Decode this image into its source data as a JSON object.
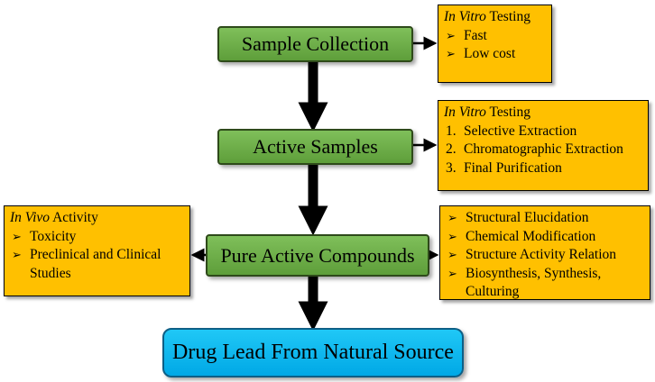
{
  "nodes": {
    "sample_collection": "Sample Collection",
    "active_samples": "Active Samples",
    "pure_active_compounds": "Pure Active Compounds",
    "drug_lead": "Drug Lead From Natural Source"
  },
  "notes": {
    "in_vitro_1": {
      "head_italic": "In Vitro",
      "head_rest": " Testing",
      "items": [
        "Fast",
        "Low cost"
      ]
    },
    "in_vitro_2": {
      "head_italic": "In Vitro",
      "head_rest": " Testing",
      "numbers": [
        "1.",
        "2.",
        "3."
      ],
      "items": [
        "Selective Extraction",
        "Chromatographic Extraction",
        "Final Purification"
      ]
    },
    "in_vivo": {
      "head_italic": "In Vivo",
      "head_rest": " Activity",
      "items": [
        "Toxicity",
        "Preclinical and Clinical Studies"
      ]
    },
    "structural": {
      "items": [
        "Structural Elucidation",
        "Chemical Modification",
        "Structure Activity Relation",
        "Biosynthesis, Synthesis, Culturing"
      ]
    }
  },
  "colors": {
    "node_green": "#6aaa46",
    "final_blue": "#00b0f0",
    "note_yellow": "#ffc000",
    "arrow": "#000000"
  },
  "icons": {
    "bullet": "arrowhead-bullet-icon"
  }
}
